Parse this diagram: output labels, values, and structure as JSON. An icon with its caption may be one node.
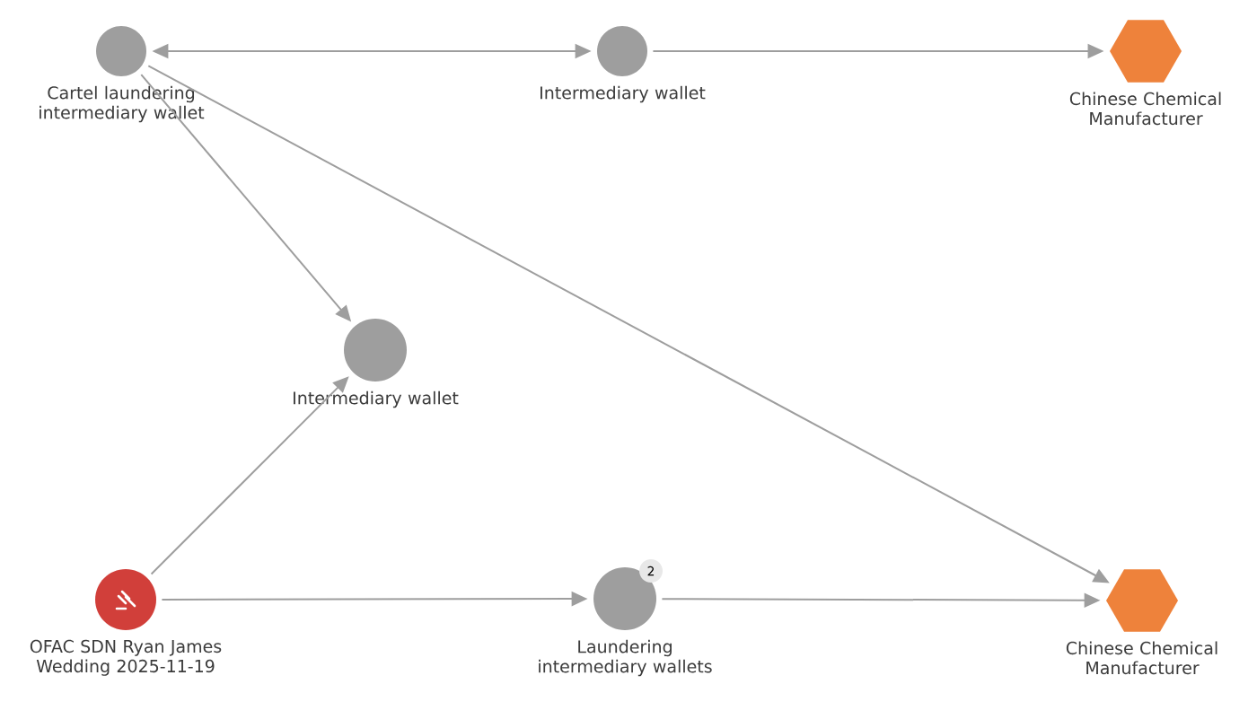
{
  "diagram": {
    "nodes": [
      {
        "text": [
          "Cartel laundering intermediary wallet"
        ]
      },
      {
        "text": [
          "Intermediary wallet"
        ]
      },
      {
        "text": [
          "Chinese Chemical Manufacturer"
        ]
      },
      {
        "text": [
          "Intermediary wallet"
        ]
      },
      {
        "text": [
          "OFAC SDN Ryan James Wedding 2025-11-19"
        ]
      },
      {
        "text": [
          "Laundering intermediary wallets"
        ],
        "beside": [
          "2"
        ]
      },
      {
        "text": [
          "Chinese Chemical Manufacturer"
        ]
      }
    ],
    "edges": [
      {
        "from": 0,
        "to": 1,
        "arrow": "both"
      },
      {
        "from": 1,
        "to": 2,
        "arrow": "to"
      },
      {
        "from": 0,
        "to": 3,
        "arrow": "to"
      },
      {
        "from": 0,
        "to": 6,
        "arrow": "to"
      },
      {
        "from": 4,
        "to": 3,
        "arrow": "to"
      },
      {
        "from": 4,
        "to": 5,
        "arrow": "to"
      },
      {
        "from": 5,
        "to": 6,
        "arrow": "to"
      }
    ]
  }
}
